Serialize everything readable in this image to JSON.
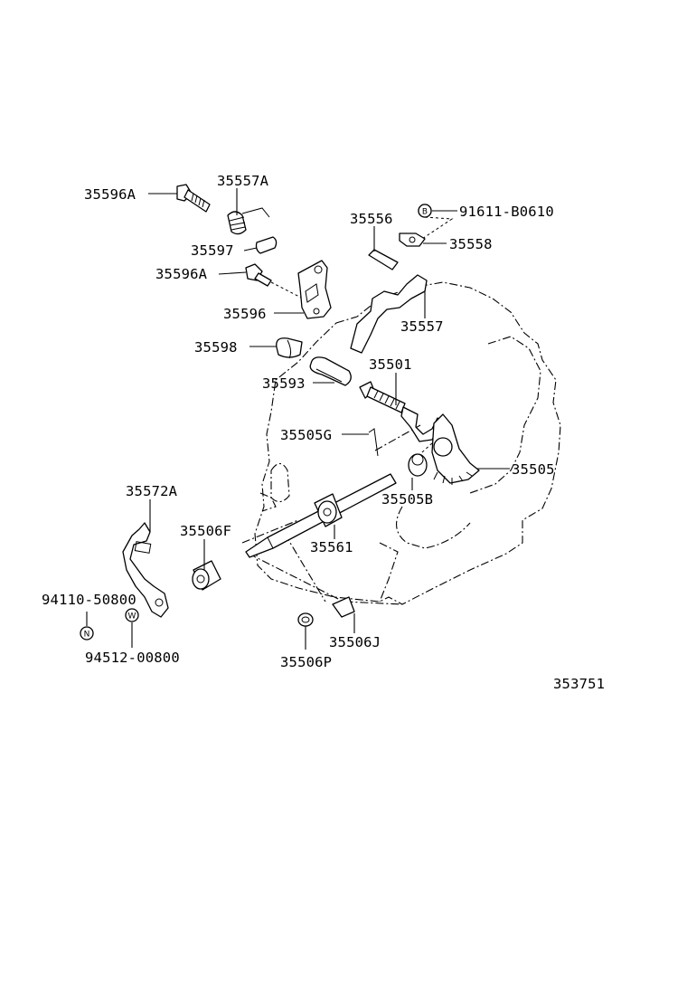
{
  "diagram_number": "353751",
  "labels": {
    "l35596A_top": "35596A",
    "l35557A": "35557A",
    "l35556": "35556",
    "l91611": "91611-B0610",
    "l35558": "35558",
    "l35597": "35597",
    "l35596A_mid": "35596A",
    "l35596": "35596",
    "l35557": "35557",
    "l35598": "35598",
    "l35501": "35501",
    "l35593": "35593",
    "l35505G": "35505G",
    "l35505": "35505",
    "l35505B": "35505B",
    "l35572A": "35572A",
    "l35506F": "35506F",
    "l35561": "35561",
    "l94110": "94110-50800",
    "l94512": "94512-00800",
    "l35506J": "35506J",
    "l35506P": "35506P"
  },
  "symbols": {
    "b_mark": "B",
    "n_mark": "N",
    "w_mark": "W"
  }
}
